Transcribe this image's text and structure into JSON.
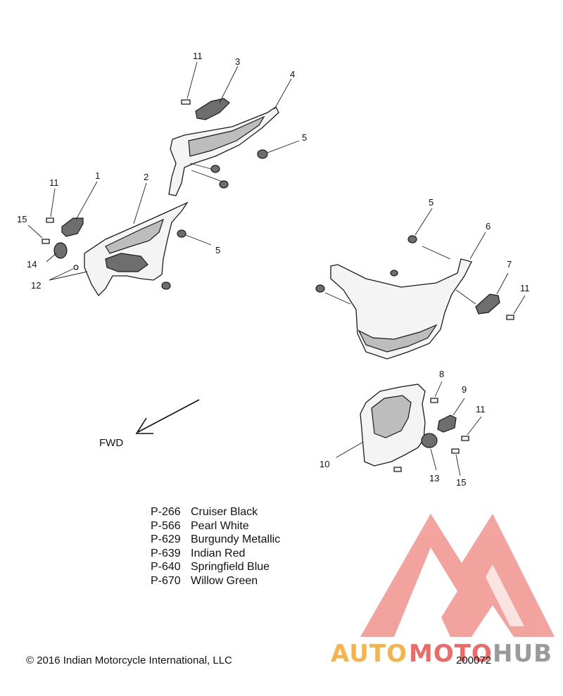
{
  "callouts": [
    {
      "id": "c11a",
      "text": "11"
    },
    {
      "id": "c3",
      "text": "3"
    },
    {
      "id": "c4",
      "text": "4"
    },
    {
      "id": "c5a",
      "text": "5"
    },
    {
      "id": "c1",
      "text": "1"
    },
    {
      "id": "c2",
      "text": "2"
    },
    {
      "id": "c11b",
      "text": "11"
    },
    {
      "id": "c15a",
      "text": "15"
    },
    {
      "id": "c14",
      "text": "14"
    },
    {
      "id": "c5b",
      "text": "5"
    },
    {
      "id": "c12",
      "text": "12"
    },
    {
      "id": "c5c",
      "text": "5"
    },
    {
      "id": "c6",
      "text": "6"
    },
    {
      "id": "c7",
      "text": "7"
    },
    {
      "id": "c11c",
      "text": "11"
    },
    {
      "id": "c8",
      "text": "8"
    },
    {
      "id": "c9",
      "text": "9"
    },
    {
      "id": "c11d",
      "text": "11"
    },
    {
      "id": "c10",
      "text": "10"
    },
    {
      "id": "c13",
      "text": "13"
    },
    {
      "id": "c15b",
      "text": "15"
    }
  ],
  "fwd_label": "FWD",
  "paint_codes": [
    {
      "code": "P-266",
      "name": "Cruiser Black"
    },
    {
      "code": "P-566",
      "name": "Pearl White"
    },
    {
      "code": "P-629",
      "name": "Burgundy Metallic"
    },
    {
      "code": "P-639",
      "name": "Indian Red"
    },
    {
      "code": "P-640",
      "name": "Springfield Blue"
    },
    {
      "code": "P-670",
      "name": "Willow Green"
    }
  ],
  "copyright": "© 2016 Indian Motorcycle International, LLC",
  "document_number": "200072",
  "watermark": {
    "text_part1": "AUTO",
    "text_part2": "MOTO",
    "text_part3": "HUB",
    "color_orange": "#f7b24a",
    "color_red": "#ee6a66",
    "color_gray": "#9a9a9a"
  }
}
